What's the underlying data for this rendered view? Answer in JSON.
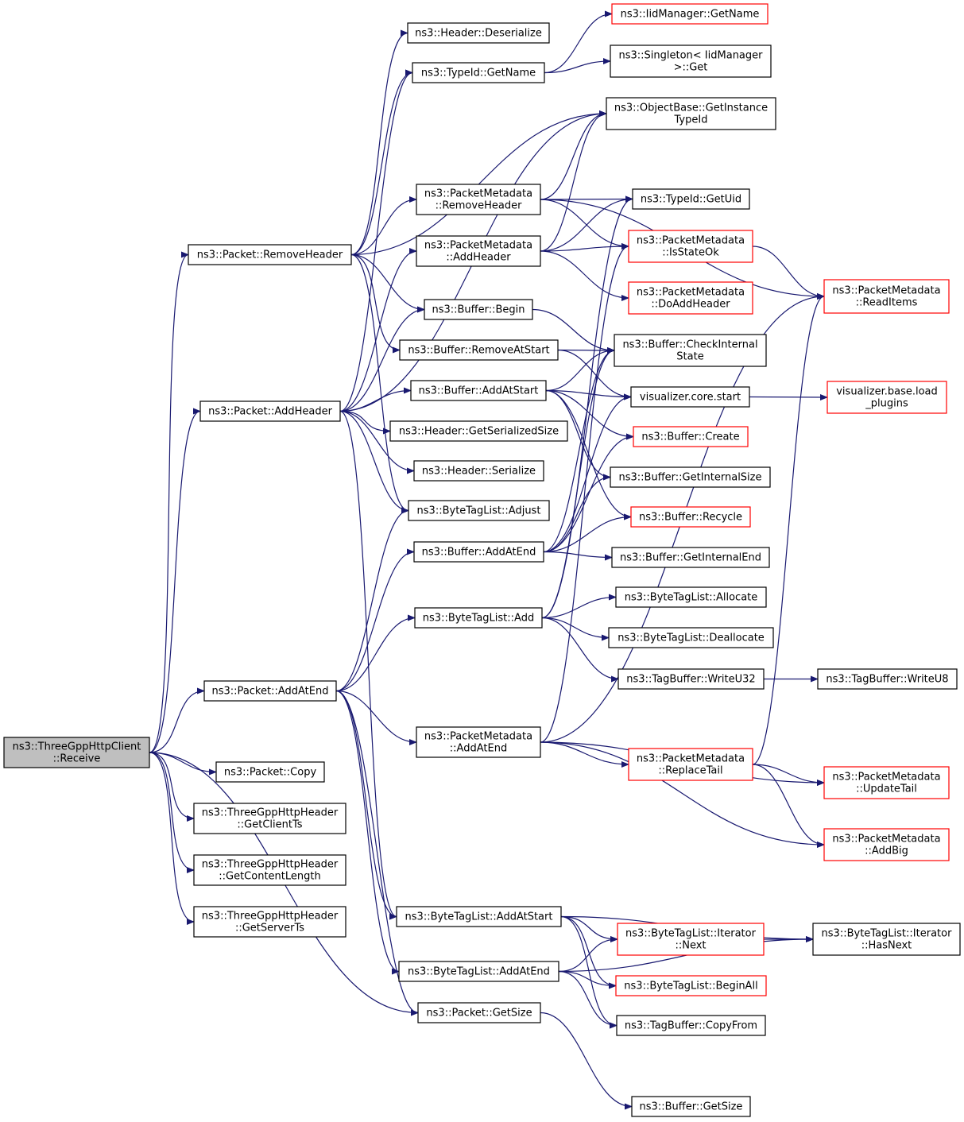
{
  "graph": {
    "edge_color": "#191970",
    "nodes": [
      {
        "id": "receive",
        "lines": [
          "ns3::ThreeGppHttpClient",
          "::Receive"
        ],
        "highlight": true
      },
      {
        "id": "copy",
        "lines": [
          "ns3::Packet::Copy"
        ]
      },
      {
        "id": "getclientts",
        "lines": [
          "ns3::ThreeGppHttpHeader",
          "::GetClientTs"
        ]
      },
      {
        "id": "getcontentlength",
        "lines": [
          "ns3::ThreeGppHttpHeader",
          "::GetContentLength"
        ]
      },
      {
        "id": "getserverts",
        "lines": [
          "ns3::ThreeGppHttpHeader",
          "::GetServerTs"
        ]
      },
      {
        "id": "removeheader",
        "lines": [
          "ns3::Packet::RemoveHeader"
        ]
      },
      {
        "id": "addheader",
        "lines": [
          "ns3::Packet::AddHeader"
        ]
      },
      {
        "id": "addatend",
        "lines": [
          "ns3::Packet::AddAtEnd"
        ]
      },
      {
        "id": "getsize",
        "lines": [
          "ns3::Packet::GetSize"
        ]
      },
      {
        "id": "hdrdeserialize",
        "lines": [
          "ns3::Header::Deserialize"
        ]
      },
      {
        "id": "typeidgetname",
        "lines": [
          "ns3::TypeId::GetName"
        ]
      },
      {
        "id": "pmremoveheader",
        "lines": [
          "ns3::PacketMetadata",
          "::RemoveHeader"
        ]
      },
      {
        "id": "pmaddheader",
        "lines": [
          "ns3::PacketMetadata",
          "::AddHeader"
        ]
      },
      {
        "id": "bufbegin",
        "lines": [
          "ns3::Buffer::Begin"
        ]
      },
      {
        "id": "bufremoveatstart",
        "lines": [
          "ns3::Buffer::RemoveAtStart"
        ]
      },
      {
        "id": "bufaddatstart",
        "lines": [
          "ns3::Buffer::AddAtStart"
        ]
      },
      {
        "id": "hdrgetserializedsize",
        "lines": [
          "ns3::Header::GetSerializedSize"
        ]
      },
      {
        "id": "hdrserialize",
        "lines": [
          "ns3::Header::Serialize"
        ]
      },
      {
        "id": "btladjust",
        "lines": [
          "ns3::ByteTagList::Adjust"
        ]
      },
      {
        "id": "bufaddatend",
        "lines": [
          "ns3::Buffer::AddAtEnd"
        ]
      },
      {
        "id": "btladd",
        "lines": [
          "ns3::ByteTagList::Add"
        ]
      },
      {
        "id": "pmaddatend",
        "lines": [
          "ns3::PacketMetadata",
          "::AddAtEnd"
        ]
      },
      {
        "id": "btladdatstart",
        "lines": [
          "ns3::ByteTagList::AddAtStart"
        ]
      },
      {
        "id": "btladdatend",
        "lines": [
          "ns3::ByteTagList::AddAtEnd"
        ]
      },
      {
        "id": "iidgetname",
        "lines": [
          "ns3::IidManager::GetName"
        ],
        "red": true
      },
      {
        "id": "singletonget",
        "lines": [
          "ns3::Singleton< IidManager",
          ">::Get"
        ]
      },
      {
        "id": "getinstancetypeid",
        "lines": [
          "ns3::ObjectBase::GetInstance",
          "TypeId"
        ]
      },
      {
        "id": "typeidgetuid",
        "lines": [
          "ns3::TypeId::GetUid"
        ]
      },
      {
        "id": "pmisstateok",
        "lines": [
          "ns3::PacketMetadata",
          "::IsStateOk"
        ],
        "red": true
      },
      {
        "id": "pmdoaddheader",
        "lines": [
          "ns3::PacketMetadata",
          "::DoAddHeader"
        ],
        "red": true
      },
      {
        "id": "bufcheckinternal",
        "lines": [
          "ns3::Buffer::CheckInternal",
          "State"
        ]
      },
      {
        "id": "viscorestart",
        "lines": [
          "visualizer.core.start"
        ]
      },
      {
        "id": "bufcreate",
        "lines": [
          "ns3::Buffer::Create"
        ],
        "red": true
      },
      {
        "id": "bufgetinternalsize",
        "lines": [
          "ns3::Buffer::GetInternalSize"
        ]
      },
      {
        "id": "bufrecycle",
        "lines": [
          "ns3::Buffer::Recycle"
        ],
        "red": true
      },
      {
        "id": "bufgetinternalend",
        "lines": [
          "ns3::Buffer::GetInternalEnd"
        ]
      },
      {
        "id": "btlallocate",
        "lines": [
          "ns3::ByteTagList::Allocate"
        ]
      },
      {
        "id": "btldeallocate",
        "lines": [
          "ns3::ByteTagList::Deallocate"
        ]
      },
      {
        "id": "tbwriteu32",
        "lines": [
          "ns3::TagBuffer::WriteU32"
        ]
      },
      {
        "id": "pmreplacetail",
        "lines": [
          "ns3::PacketMetadata",
          "::ReplaceTail"
        ],
        "red": true
      },
      {
        "id": "btliternext",
        "lines": [
          "ns3::ByteTagList::Iterator",
          "::Next"
        ],
        "red": true
      },
      {
        "id": "btlbeginall",
        "lines": [
          "ns3::ByteTagList::BeginAll"
        ],
        "red": true
      },
      {
        "id": "tbcopyfrom",
        "lines": [
          "ns3::TagBuffer::CopyFrom"
        ]
      },
      {
        "id": "bufgetsize",
        "lines": [
          "ns3::Buffer::GetSize"
        ]
      },
      {
        "id": "pmreaditems",
        "lines": [
          "ns3::PacketMetadata",
          "::ReadItems"
        ],
        "red": true
      },
      {
        "id": "visloadplugins",
        "lines": [
          "visualizer.base.load",
          "_plugins"
        ],
        "red": true
      },
      {
        "id": "tbwriteu8",
        "lines": [
          "ns3::TagBuffer::WriteU8"
        ]
      },
      {
        "id": "pmupdatetail",
        "lines": [
          "ns3::PacketMetadata",
          "::UpdateTail"
        ],
        "red": true
      },
      {
        "id": "pmaddbig",
        "lines": [
          "ns3::PacketMetadata",
          "::AddBig"
        ],
        "red": true
      },
      {
        "id": "btliterhasnext",
        "lines": [
          "ns3::ByteTagList::Iterator",
          "::HasNext"
        ]
      }
    ],
    "edges": [
      [
        "receive",
        "removeheader"
      ],
      [
        "receive",
        "addheader"
      ],
      [
        "receive",
        "addatend"
      ],
      [
        "receive",
        "copy"
      ],
      [
        "receive",
        "getclientts"
      ],
      [
        "receive",
        "getcontentlength"
      ],
      [
        "receive",
        "getserverts"
      ],
      [
        "receive",
        "getsize"
      ],
      [
        "removeheader",
        "hdrdeserialize"
      ],
      [
        "removeheader",
        "typeidgetname"
      ],
      [
        "removeheader",
        "getinstancetypeid"
      ],
      [
        "removeheader",
        "pmremoveheader"
      ],
      [
        "removeheader",
        "bufbegin"
      ],
      [
        "removeheader",
        "bufremoveatstart"
      ],
      [
        "removeheader",
        "btladjust"
      ],
      [
        "addheader",
        "typeidgetname"
      ],
      [
        "addheader",
        "getinstancetypeid"
      ],
      [
        "addheader",
        "pmaddheader"
      ],
      [
        "addheader",
        "bufbegin"
      ],
      [
        "addheader",
        "bufaddatstart"
      ],
      [
        "addheader",
        "hdrgetserializedsize"
      ],
      [
        "addheader",
        "hdrserialize"
      ],
      [
        "addheader",
        "btladjust"
      ],
      [
        "addheader",
        "btladdatstart"
      ],
      [
        "addatend",
        "btladjust"
      ],
      [
        "addatend",
        "bufaddatend"
      ],
      [
        "addatend",
        "btladd"
      ],
      [
        "addatend",
        "pmaddatend"
      ],
      [
        "addatend",
        "btladdatstart"
      ],
      [
        "addatend",
        "btladdatend"
      ],
      [
        "addatend",
        "getsize"
      ],
      [
        "typeidgetname",
        "iidgetname"
      ],
      [
        "typeidgetname",
        "singletonget"
      ],
      [
        "pmremoveheader",
        "getinstancetypeid"
      ],
      [
        "pmremoveheader",
        "typeidgetuid"
      ],
      [
        "pmremoveheader",
        "pmisstateok"
      ],
      [
        "pmremoveheader",
        "pmreaditems"
      ],
      [
        "pmaddheader",
        "getinstancetypeid"
      ],
      [
        "pmaddheader",
        "typeidgetuid"
      ],
      [
        "pmaddheader",
        "pmisstateok"
      ],
      [
        "pmaddheader",
        "pmdoaddheader"
      ],
      [
        "bufbegin",
        "bufcheckinternal"
      ],
      [
        "bufremoveatstart",
        "bufcheckinternal"
      ],
      [
        "bufremoveatstart",
        "viscorestart"
      ],
      [
        "bufaddatstart",
        "bufcheckinternal"
      ],
      [
        "bufaddatstart",
        "viscorestart"
      ],
      [
        "bufaddatstart",
        "bufcreate"
      ],
      [
        "bufaddatstart",
        "bufgetinternalsize"
      ],
      [
        "bufaddatstart",
        "bufrecycle"
      ],
      [
        "bufaddatend",
        "bufcheckinternal"
      ],
      [
        "bufaddatend",
        "viscorestart"
      ],
      [
        "bufaddatend",
        "bufcreate"
      ],
      [
        "bufaddatend",
        "bufgetinternalsize"
      ],
      [
        "bufaddatend",
        "bufrecycle"
      ],
      [
        "bufaddatend",
        "bufgetinternalend"
      ],
      [
        "btladd",
        "bufcheckinternal"
      ],
      [
        "btladd",
        "typeidgetuid"
      ],
      [
        "btladd",
        "btlallocate"
      ],
      [
        "btladd",
        "btldeallocate"
      ],
      [
        "btladd",
        "tbwriteu32"
      ],
      [
        "pmaddatend",
        "pmisstateok"
      ],
      [
        "pmaddatend",
        "pmreaditems"
      ],
      [
        "pmaddatend",
        "pmreplacetail"
      ],
      [
        "pmaddatend",
        "pmupdatetail"
      ],
      [
        "pmaddatend",
        "pmaddbig"
      ],
      [
        "btladdatstart",
        "btliterhasnext"
      ],
      [
        "btladdatstart",
        "btliternext"
      ],
      [
        "btladdatstart",
        "btlbeginall"
      ],
      [
        "btladdatstart",
        "tbcopyfrom"
      ],
      [
        "btladdatend",
        "btliternext"
      ],
      [
        "btladdatend",
        "btlbeginall"
      ],
      [
        "btladdatend",
        "tbcopyfrom"
      ],
      [
        "btladdatend",
        "btliterhasnext"
      ],
      [
        "getsize",
        "bufgetsize"
      ],
      [
        "pmisstateok",
        "pmreaditems"
      ],
      [
        "viscorestart",
        "visloadplugins"
      ],
      [
        "tbwriteu32",
        "tbwriteu8"
      ],
      [
        "pmreplacetail",
        "pmreaditems"
      ],
      [
        "pmreplacetail",
        "pmupdatetail"
      ],
      [
        "pmreplacetail",
        "pmaddbig"
      ],
      [
        "btliternext",
        "btliterhasnext"
      ]
    ]
  }
}
